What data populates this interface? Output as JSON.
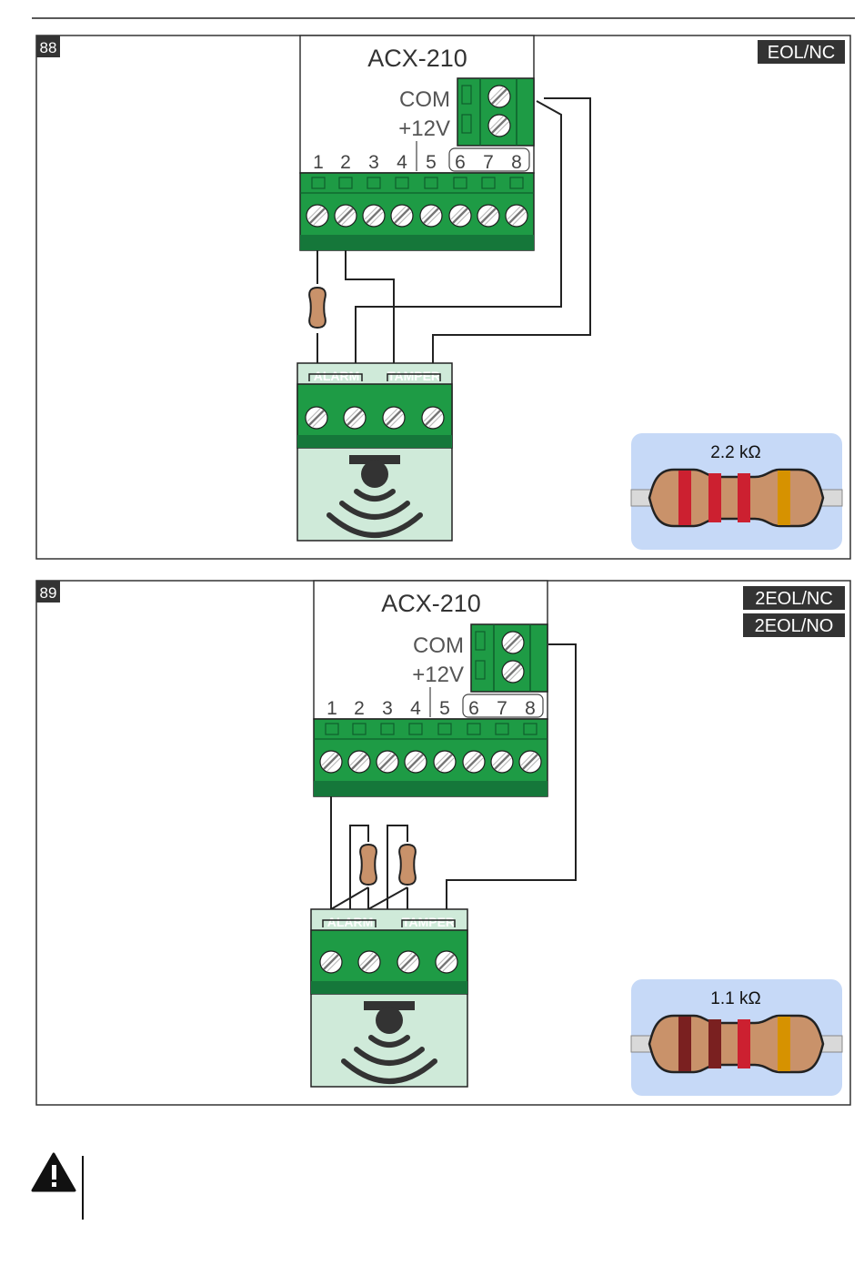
{
  "figures": [
    {
      "number": "88",
      "badges": [
        "EOL/NC"
      ],
      "module_title": "ACX-210",
      "com_label": "COM",
      "v12_label": "+12V",
      "terminals": [
        "1",
        "2",
        "3",
        "4",
        "5",
        "6",
        "7",
        "8"
      ],
      "alarm_label": "ALARM",
      "tamper_label": "TAMPER",
      "resistor_value": "2.2 kΩ",
      "resistor_bands": [
        "#cc2030",
        "#cc2030",
        "#cc2030",
        "#d69200"
      ]
    },
    {
      "number": "89",
      "badges": [
        "2EOL/NC",
        "2EOL/NO"
      ],
      "module_title": "ACX-210",
      "com_label": "COM",
      "v12_label": "+12V",
      "terminals": [
        "1",
        "2",
        "3",
        "4",
        "5",
        "6",
        "7",
        "8"
      ],
      "alarm_label": "ALARM",
      "tamper_label": "TAMPER",
      "resistor_value": "1.1 kΩ",
      "resistor_bands": [
        "#7a2020",
        "#7a2020",
        "#cc2030",
        "#d69200"
      ]
    }
  ],
  "colors": {
    "terminal_green": "#1e9b45",
    "terminal_dark": "#15773a",
    "sensor_body": "#cfead9",
    "resistor_panel": "#c6d9f7",
    "resistor_body": "#c9926a",
    "badge_bg": "#333333"
  },
  "icons": {
    "warning": "warning-triangle-icon",
    "screw": "screw-icon",
    "sensor": "motion-sensor-icon"
  }
}
